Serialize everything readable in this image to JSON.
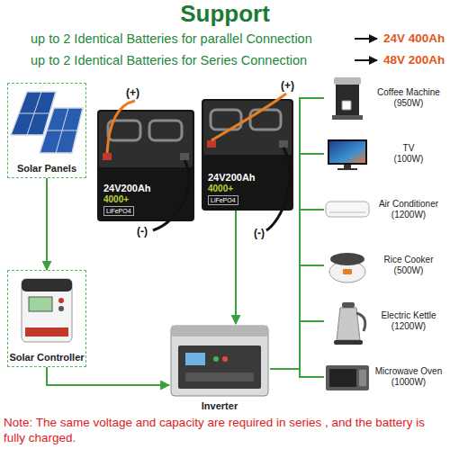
{
  "diagram": {
    "title": "Support",
    "caption": "Note: The same voltage and capacity are required in series , and the battery is fully charged.",
    "nodes": [
      {
        "text": [
          "Solar Panels"
        ]
      },
      {
        "text": [
          "24V200Ah",
          "4000+",
          "LiFePO4"
        ]
      },
      {
        "text": [
          "24V200Ah",
          "4000+",
          "LiFePO4"
        ]
      },
      {
        "text": [
          "Coffee Machine",
          "(950W)"
        ]
      },
      {
        "text": [
          "TV",
          "(100W)"
        ]
      },
      {
        "text": [
          "Air Conditioner",
          "(1200W)"
        ]
      },
      {
        "text": [
          "Rice Cooker",
          "(500W)"
        ]
      },
      {
        "text": [
          "Electric Kettle",
          "(1200W)"
        ]
      },
      {
        "text": [
          "Microwave Oven",
          "(1000W)"
        ]
      },
      {
        "text": [
          "Solar Controller"
        ]
      },
      {
        "text": [
          "Inverter"
        ]
      }
    ],
    "edges": [
      {
        "from": 0,
        "to": 9,
        "arrow": "to"
      },
      {
        "from": 9,
        "to": 10,
        "arrow": "to"
      },
      {
        "from": 2,
        "to": 10,
        "arrow": "to"
      },
      {
        "from": 10,
        "to": 3,
        "arrow": "none"
      },
      {
        "from": 10,
        "to": 4,
        "arrow": "none"
      },
      {
        "from": 10,
        "to": 5,
        "arrow": "none"
      },
      {
        "from": 10,
        "to": 6,
        "arrow": "none"
      },
      {
        "from": 10,
        "to": 7,
        "arrow": "none"
      },
      {
        "from": 10,
        "to": 8,
        "arrow": "none"
      }
    ],
    "labels": [
      "up to 2 Identical Batteries for parallel Connection",
      "24V 400Ah",
      "up to 2 Identical Batteries for Series Connection",
      "48V 200Ah",
      "(+)",
      "(-)",
      "(+)",
      "(-)"
    ]
  }
}
